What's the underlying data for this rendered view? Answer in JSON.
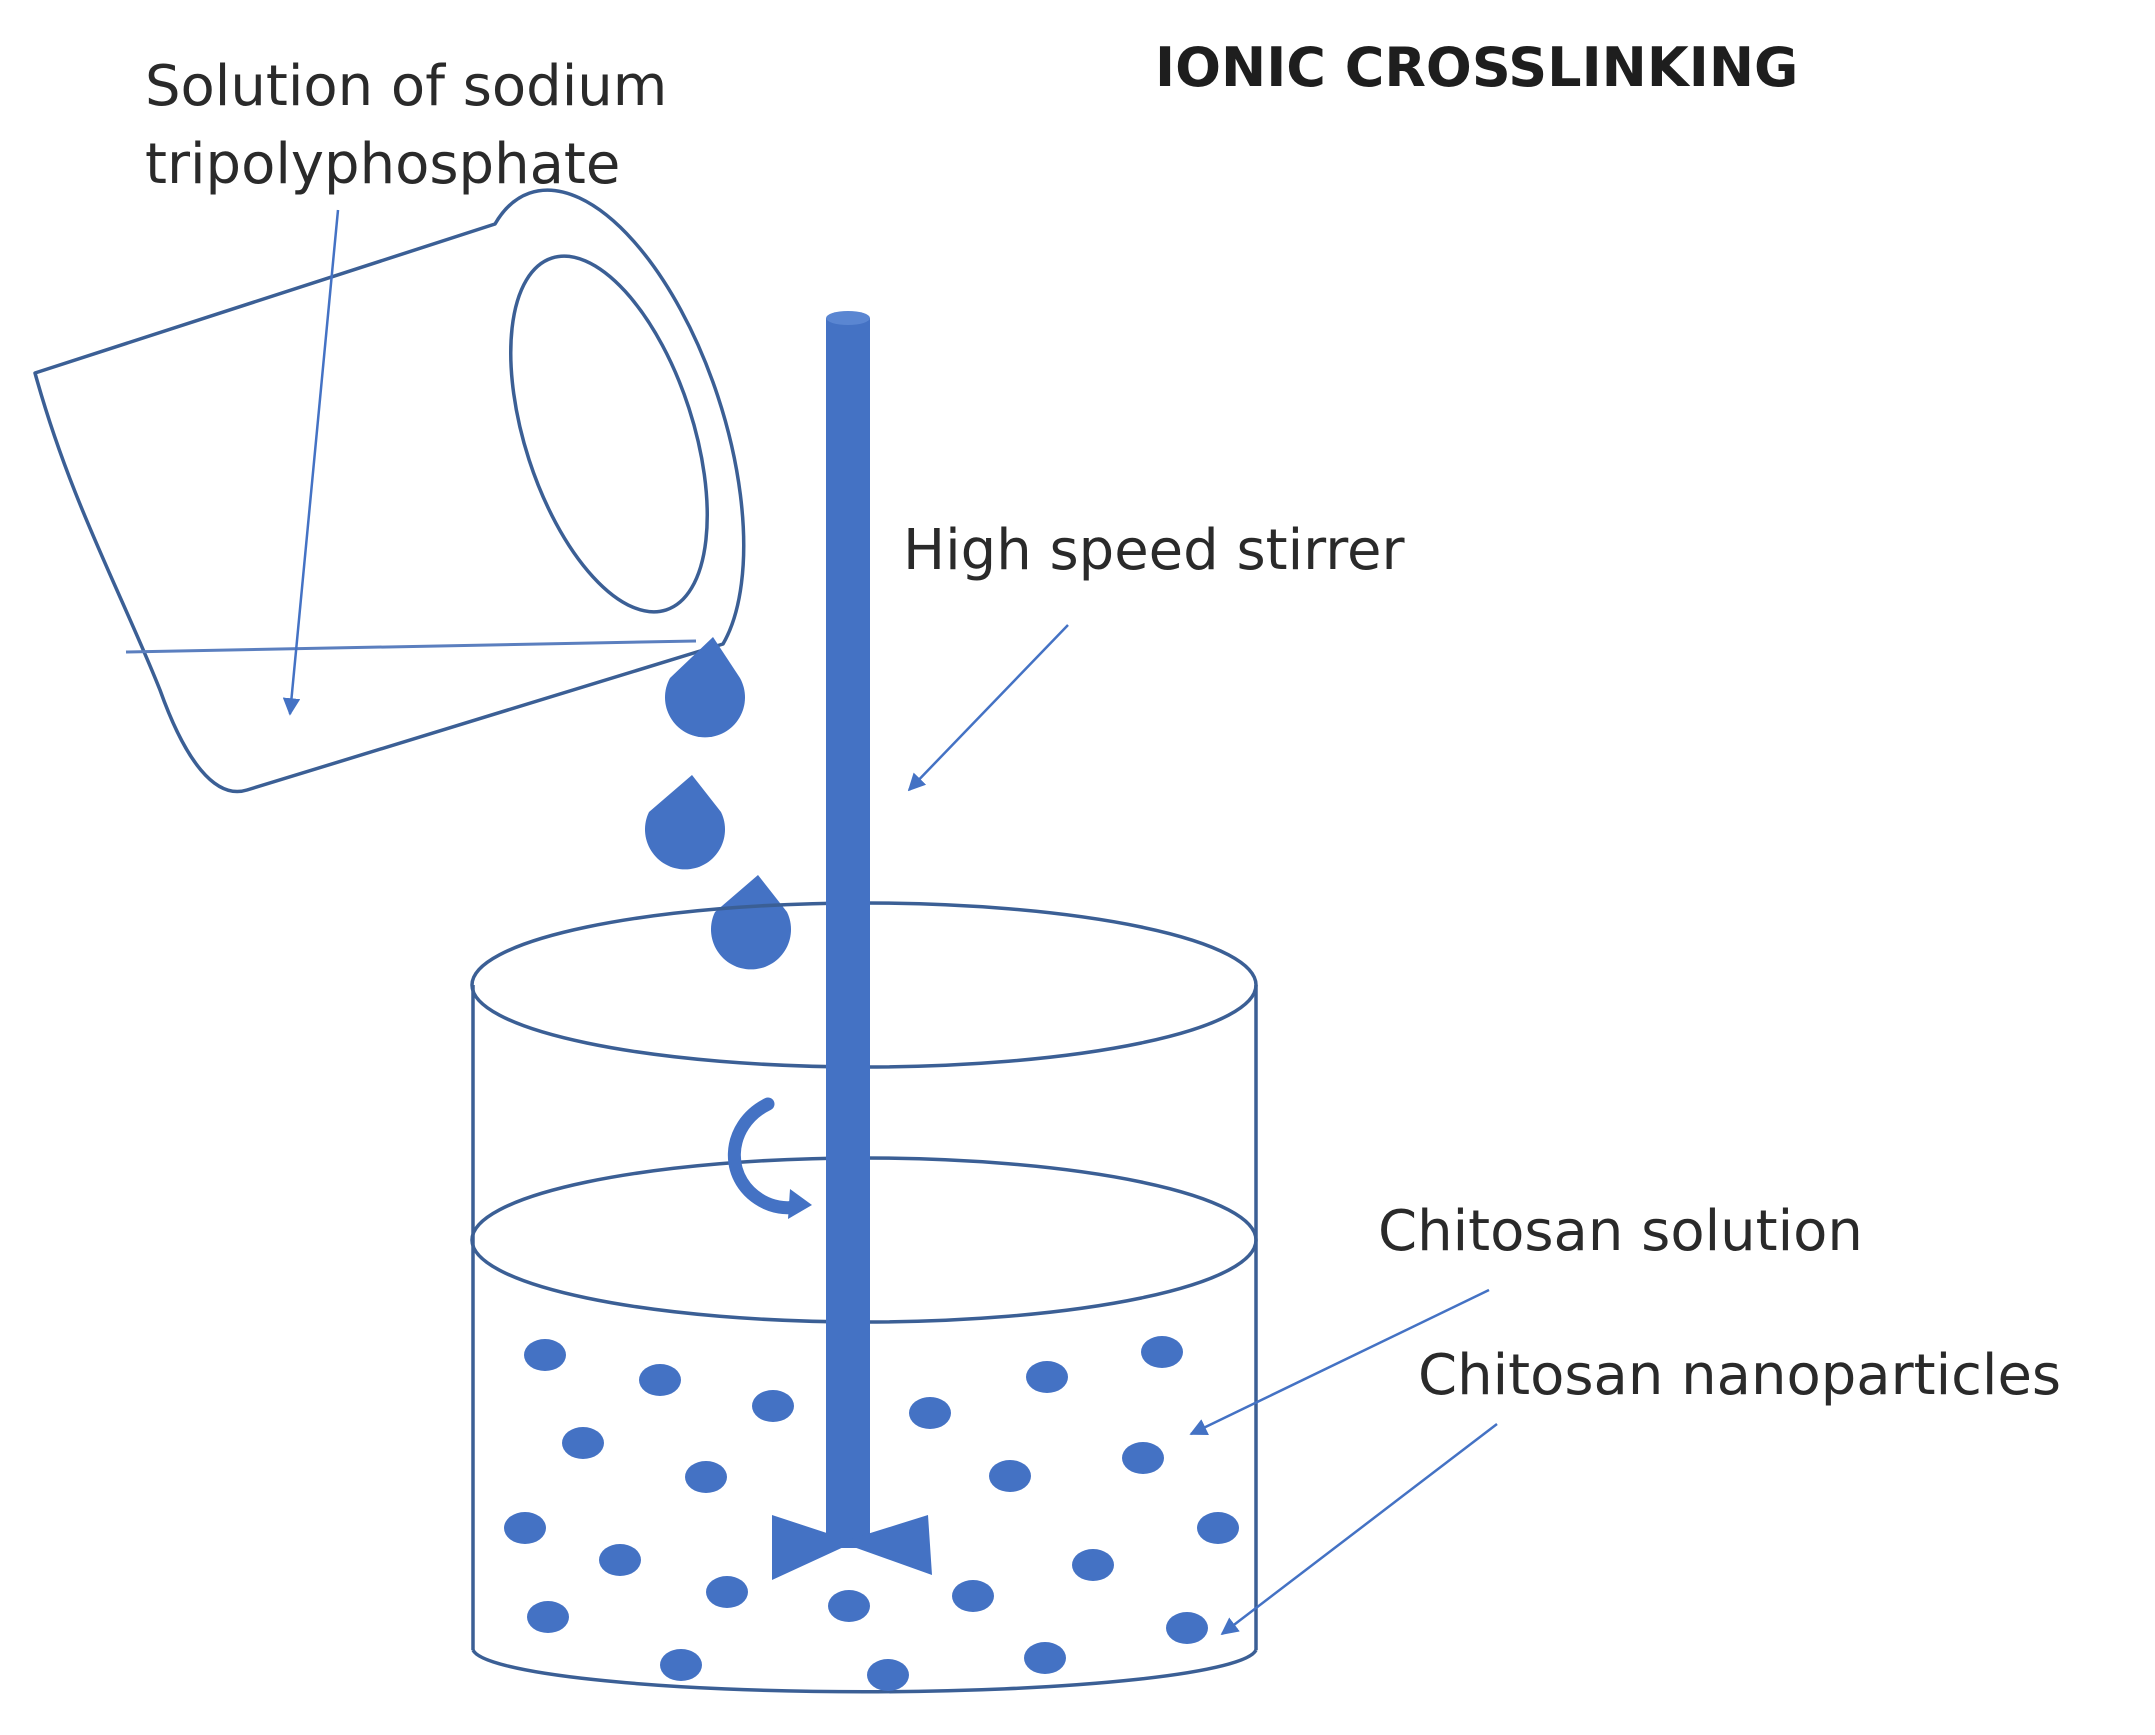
{
  "title": "IONIC CROSSLINKING",
  "labels": {
    "tpp_line1": "Solution of sodium",
    "tpp_line2": "tripolyphosphate",
    "stirrer": "High speed stirrer",
    "chitosan_solution": "Chitosan solution",
    "nanoparticles": "Chitosan nanoparticles"
  },
  "colors": {
    "accent": "#4472C4",
    "outline": "#3b5f95",
    "text": "#2a2a2a"
  },
  "icons": {
    "rotation": "rotation-arrow-icon",
    "impeller": "impeller-icon",
    "drop": "drop-icon"
  }
}
